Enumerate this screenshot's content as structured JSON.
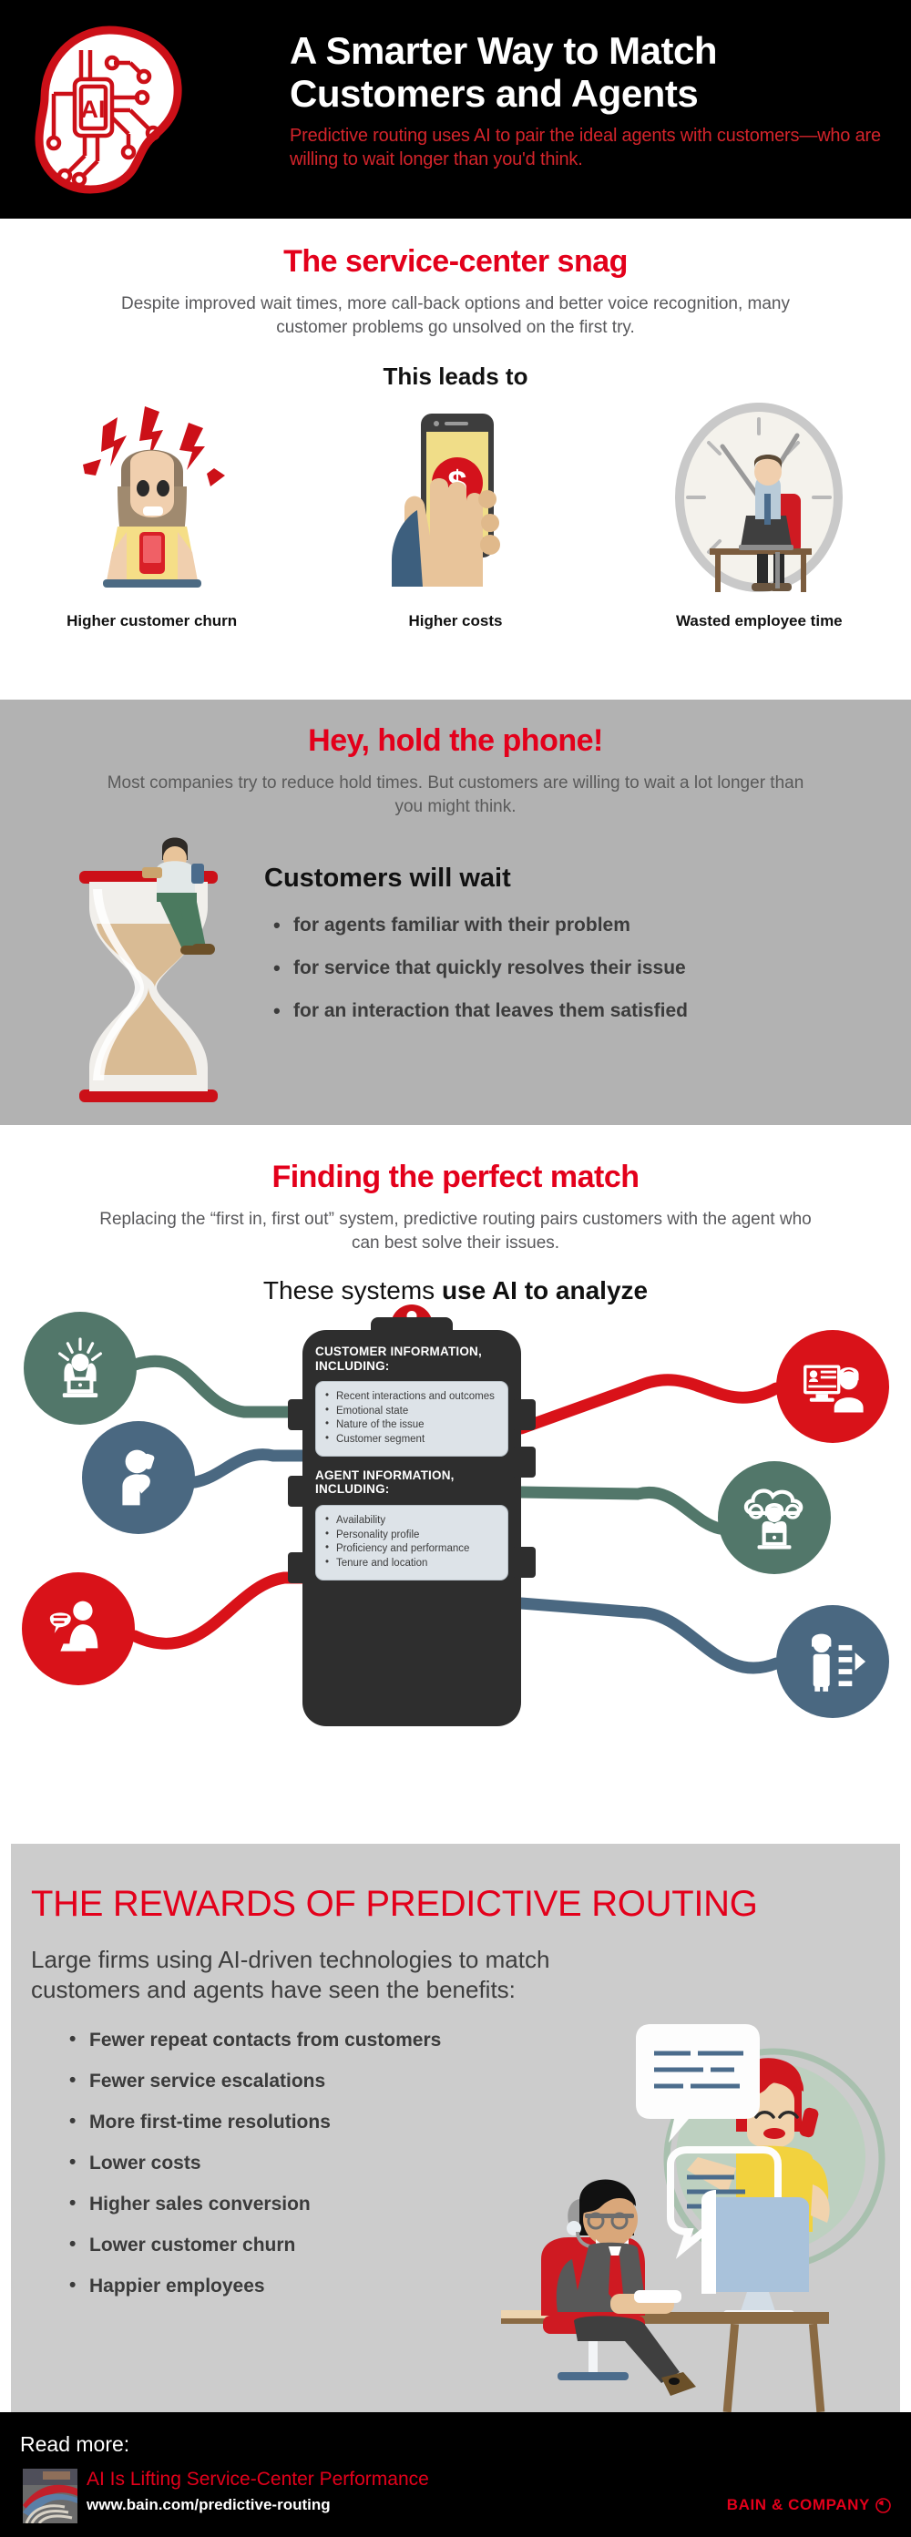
{
  "header": {
    "logo_text": "AI",
    "title_line1": "A Smarter Way to Match",
    "title_line2": "Customers and Agents",
    "subtitle": "Predictive routing uses AI to pair the ideal agents with customers—who are willing to wait longer than you'd think."
  },
  "snag": {
    "title": "The service-center snag",
    "body": "Despite improved wait times, more call-back options and better voice recognition, many customer problems go unsolved on the first try.",
    "kicker": "This leads to",
    "items": [
      {
        "label": "Higher customer churn",
        "icon": "frustrated-customer-icon"
      },
      {
        "label": "Higher costs",
        "icon": "hand-holding-phone-dollar-icon"
      },
      {
        "label": "Wasted employee time",
        "icon": "clock-employee-desk-icon"
      }
    ]
  },
  "hold": {
    "title": "Hey, hold the phone!",
    "body": "Most companies try to reduce hold times. But customers are willing to wait a lot longer than you might think.",
    "kicker": "Customers will wait",
    "bullets": [
      "for agents familiar with their problem",
      "for service that quickly resolves their issue",
      "for an interaction that leaves them satisfied"
    ],
    "illustration": "hourglass-man-waiting-icon"
  },
  "match": {
    "title": "Finding the perfect match",
    "body": "Replacing the “first in, first out” system, predictive routing pairs customers with the agent who can best solve their issues.",
    "kicker_plain": "These systems ",
    "kicker_bold": "use AI to analyze",
    "customer_panel": {
      "heading": "CUSTOMER INFORMATION, INCLUDING:",
      "bullets": [
        "Recent interactions and outcomes",
        "Emotional state",
        "Nature of the issue",
        "Customer segment"
      ]
    },
    "agent_panel": {
      "heading": "AGENT INFORMATION, INCLUDING:",
      "bullets": [
        "Availability",
        "Personality profile",
        "Proficiency and performance",
        "Tenure and location"
      ]
    },
    "nodes": [
      {
        "id": "frustrated-at-laptop",
        "color": "#52776a",
        "side": "left"
      },
      {
        "id": "person-on-phone",
        "color": "#4a6881",
        "side": "left"
      },
      {
        "id": "agent-chat-bubble",
        "color": "#d91219",
        "side": "left"
      },
      {
        "id": "screen-with-headset-agent",
        "color": "#d91219",
        "side": "right"
      },
      {
        "id": "cloud-agent-gears",
        "color": "#52776a",
        "side": "right"
      },
      {
        "id": "agent-profile-rating",
        "color": "#4a6881",
        "side": "right"
      }
    ]
  },
  "rewards": {
    "title": "THE REWARDS OF PREDICTIVE ROUTING",
    "subtitle": "Large firms using AI-driven technologies to match customers and agents have seen the benefits:",
    "bullets": [
      "Fewer repeat contacts from customers",
      "Fewer service escalations",
      "More first-time resolutions",
      "Lower costs",
      "Higher sales conversion",
      "Lower customer churn",
      "Happier employees"
    ],
    "illustration": "agent-and-customer-chat-icon"
  },
  "footer": {
    "read_more": "Read more:",
    "link_title": "AI Is Lifting Service-Center Performance",
    "url": "www.bain.com/predictive-routing",
    "brand": "BAIN & COMPANY",
    "thumb": "cables-photo-thumbnail"
  },
  "colors": {
    "red": "#e3001b",
    "deep_red": "#d91219",
    "black": "#000000",
    "gray_band": "#b2b2b2",
    "gray_panel": "#cccccc",
    "green": "#52776a",
    "blue": "#4a6881"
  }
}
